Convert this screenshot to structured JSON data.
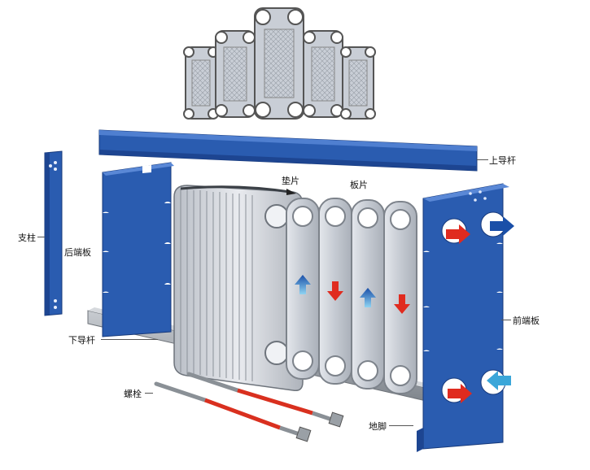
{
  "labels": {
    "top_guide_bar": "上导杆",
    "support_column": "支柱",
    "rear_end_plate": "后端板",
    "bottom_guide_bar": "下导杆",
    "gasket": "垫片",
    "plate": "板片",
    "front_end_plate": "前端板",
    "bolt": "螺栓",
    "foot": "地脚"
  },
  "colors": {
    "frame_blue": "#2a5cb0",
    "frame_blue_dark": "#1d4591",
    "plate_gray": "#c9ced6",
    "plate_edge": "#8d939c",
    "rod_gray": "#9aa0a6",
    "bolt_red": "#d9301f",
    "hot_arrow": "#e02b1f",
    "cold_arrow": "#1e6fc0"
  },
  "icons": {
    "hot_flow": "arrow-red-icon",
    "cold_flow": "arrow-blue-icon"
  }
}
